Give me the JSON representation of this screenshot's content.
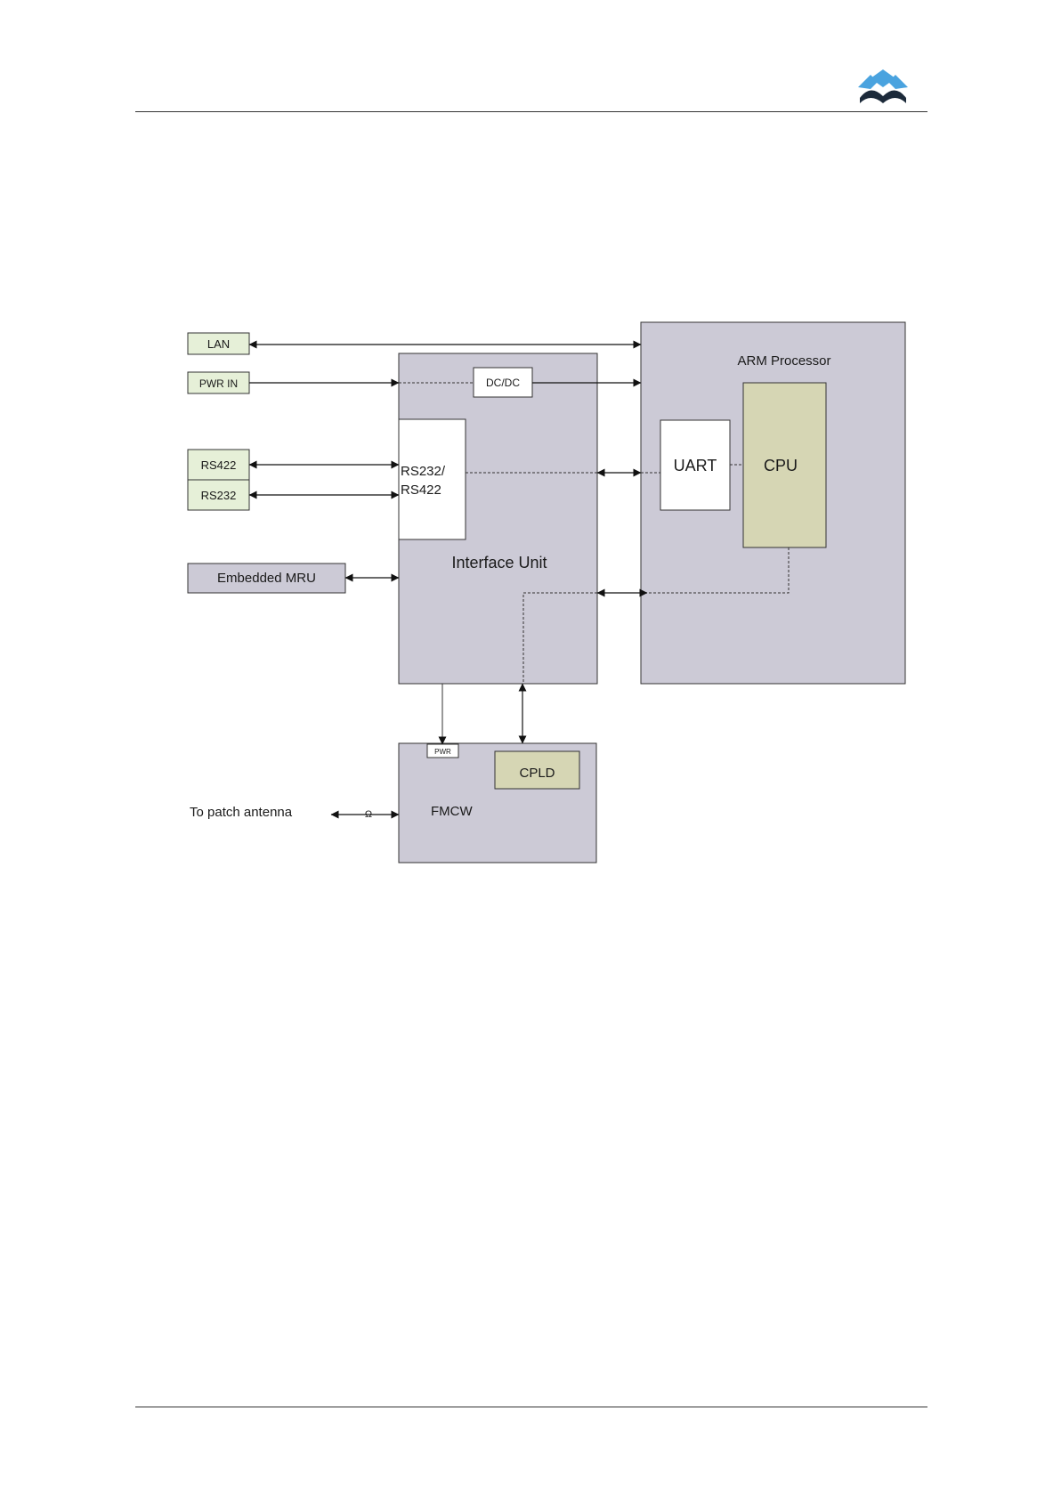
{
  "header": {
    "logo": "company-wave-logo"
  },
  "colors": {
    "block": "#cccad6",
    "port": "#e6f0d8",
    "core": "#d6d6b4",
    "white": "#ffffff",
    "stroke": "#333333",
    "logo_blue": "#4aa3df",
    "logo_dark": "#1c2a3a"
  },
  "diagram": {
    "ports": {
      "lan": "LAN",
      "pwr_in": "PWR IN",
      "rs422": "RS422",
      "rs232": "RS232",
      "embedded_mru": "Embedded MRU"
    },
    "interface_unit": {
      "label": "Interface Unit",
      "dcdc": "DC/DC",
      "serial_line1": "RS232/",
      "serial_line2": "RS422"
    },
    "arm_processor": {
      "label": "ARM Processor",
      "uart": "UART",
      "cpu": "CPU"
    },
    "fmcw": {
      "label": "FMCW",
      "pwr": "PWR",
      "cpld": "CPLD"
    },
    "antenna": {
      "label": "To patch antenna",
      "symbol": "Ω"
    }
  }
}
